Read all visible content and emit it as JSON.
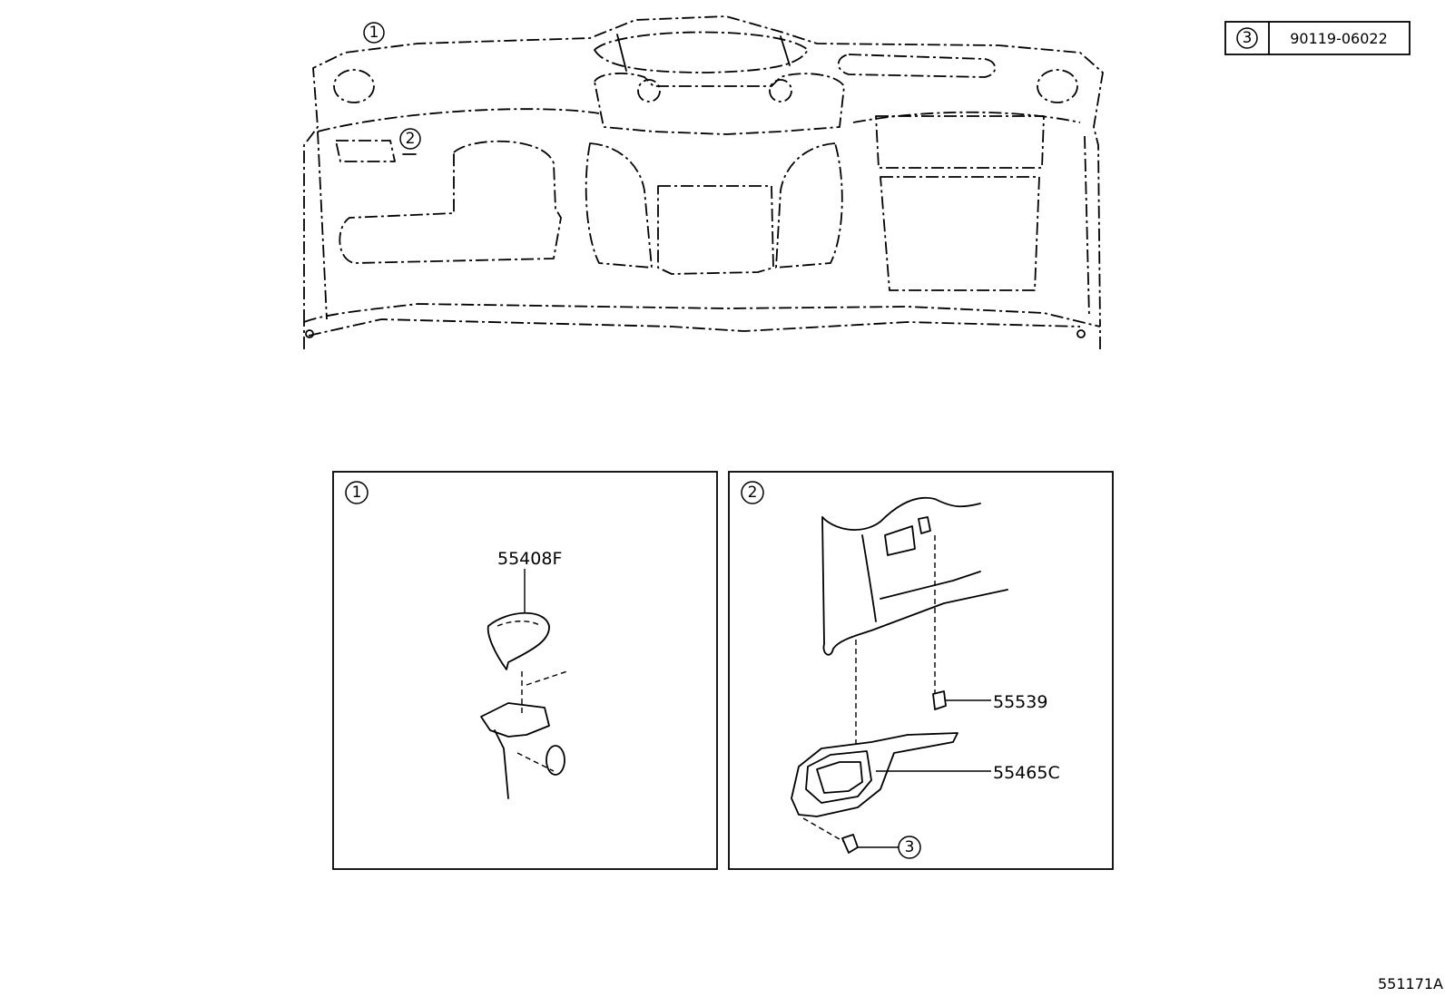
{
  "legend": {
    "callout": "3",
    "part_number": "90119-06022"
  },
  "overview": {
    "callout_1": "1",
    "callout_2": "2"
  },
  "detail_1": {
    "callout": "1",
    "part_label": "55408F"
  },
  "detail_2": {
    "callout": "2",
    "part_label_a": "55539",
    "part_label_b": "55465C",
    "bolt_callout": "3"
  },
  "illustration_code": "551171A"
}
